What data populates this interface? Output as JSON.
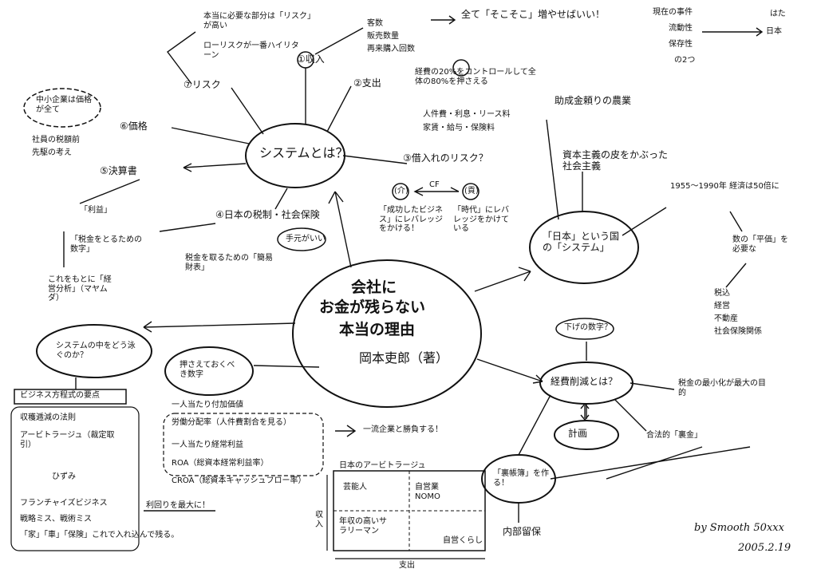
{
  "center": {
    "title_lines": [
      "会社に",
      "お金が残らない",
      "本当の理由"
    ],
    "author": "岡本吏郎（著）"
  },
  "system_node": {
    "label": "システムとは？"
  },
  "topics": {
    "t1": {
      "label": "①収入",
      "items": [
        "客数",
        "販売数量",
        "再来購入回数"
      ],
      "note": "全て「そこそこ」増やせばいい！"
    },
    "t2": {
      "label": "②支出",
      "items": [
        "経費の20%をコントロールして全体の80%を押さえる",
        "人件費・利息・リース料",
        "家賃・給与・保険料"
      ]
    },
    "t3": {
      "label": "③借入れのリスク？",
      "left_circle": "(介)",
      "cf": "CF",
      "right_circle": "(貢)",
      "left_note": "「成功したビジネス」にレバレッジをかける！",
      "right_note": "「時代」にレバレッジをかけている"
    },
    "t4": {
      "label": "④日本の税制・社会保険",
      "items": [
        "税金を取るための「簡易財表」"
      ],
      "note": "手元がいい"
    },
    "t5": {
      "label": "⑤決算書",
      "items": [
        "「利益」",
        "「税金をとるための数字」",
        "これをもとに「経営分析」（マヤムダ）"
      ]
    },
    "t6": {
      "label": "⑥価格",
      "items": [
        "中小企業は価格が全て",
        "社員の税額前",
        "先駆の考え"
      ]
    },
    "t7": {
      "label": "⑦リスク",
      "items": [
        "本当に必要な部分は「リスク」が高い",
        "ローリスクが一番ハイリターン"
      ]
    }
  },
  "right": {
    "subsidy": "助成金頼りの農業",
    "socialism": "資本主義の皮をかぶった社会主義",
    "japan_system": "「日本」という国の「システム」",
    "history": "1955〜1990年 経済は50倍に",
    "numbers": "数の「平価」を必要な",
    "list": [
      "税込",
      "経営",
      "不動産",
      "社会保険関係"
    ],
    "top_right": [
      "現在の事件",
      "流動性",
      "保存性",
      "の2つ"
    ],
    "top_right_note": "はた",
    "top_right_note2": "日本"
  },
  "bottom_right": {
    "q_label": "下げの数字？",
    "node": "経費削減とは？",
    "minimize": "税金の最小化が最大の目的",
    "legal": "合法的「裏金」",
    "plan": "計画",
    "secret": "「裏帳簿」を作る！",
    "reserve": "内部留保"
  },
  "left": {
    "swim": "システムの中をどう泳ぐのか？",
    "business_box": "ビジネス方程式の要点",
    "items": [
      "収穫逓減の法則",
      "アービトラージュ（裁定取引）",
      "ひずみ",
      "フランチャイズビジネス",
      "戦略ミス、戦術ミス",
      "「家」「車」「保険」これで入れ込んで残る。"
    ],
    "profit": "利回りを最大に！"
  },
  "numbers_box": {
    "title": "押さえておくべき数字",
    "items": [
      "一人当たり付加価値",
      "労働分配率（人件費割合を見る）",
      "一人当たり経常利益",
      "ROA（総資本経常利益率）",
      "CROA（総資本キャッシュフロー率）"
    ],
    "arrow_note": "一流企業と勝負する！"
  },
  "matrix": {
    "title": "日本のアービトラージュ",
    "cells": [
      "芸能人",
      "自営業NOMO",
      "年収の高いサラリーマン",
      "自営くらし"
    ],
    "ylabel": "収入",
    "xlabel": "支出"
  },
  "signature": {
    "by": "by Smooth 50xxx",
    "date": "2005.2.19"
  }
}
